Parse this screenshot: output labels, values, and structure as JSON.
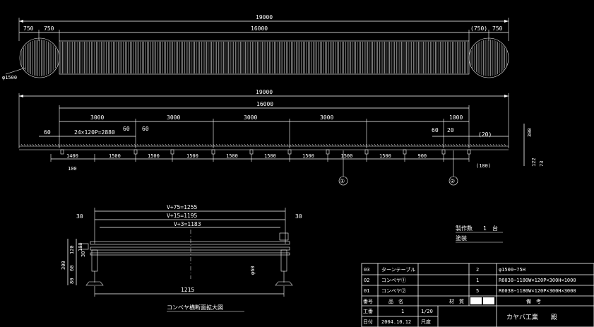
{
  "top_view": {
    "overall": "19000",
    "left_750a": "750",
    "left_750b": "750",
    "middle": "16000",
    "right_750a": "(750)",
    "right_750b": "750",
    "diameter": "φ1500"
  },
  "side_view": {
    "overall": "19000",
    "middle": "16000",
    "seg1": "3000",
    "seg2": "3000",
    "seg3": "3000",
    "seg4": "3000",
    "seg5": "1000",
    "pitch_note": "24×120P=2880",
    "d60_left": "60",
    "d60_mid": "60",
    "d60_mid2": "60",
    "d60_right": "60",
    "d20": "20",
    "d20p": "(20)",
    "height_300": "300",
    "height_122": "122",
    "height_73": "73",
    "pitches": [
      "1400",
      "1500",
      "1500",
      "1500",
      "1500",
      "1500",
      "1500",
      "1500",
      "1500",
      "900"
    ],
    "d100_left": "100",
    "d100_right": "(100)",
    "balloon_1": "①",
    "balloon_2": "②"
  },
  "section": {
    "v75": "V+75=1255",
    "v15": "V+15=1195",
    "v3": "V+3=1183",
    "d30_left": "30",
    "d30_right": "30",
    "h300": "300",
    "h120": "120",
    "h100": "100",
    "h60": "60",
    "h80": "80",
    "h30": "30",
    "base": "1215",
    "dia60": "φ60",
    "caption": "コンベヤ横断面拡大図"
  },
  "notes": {
    "qty_label": "製作数",
    "qty_value": "1",
    "qty_unit": "台",
    "paint": "塗装"
  },
  "table": {
    "rows": [
      {
        "no": "03",
        "name": "ターンテーブル",
        "qty": "2",
        "note": "φ1500−75H"
      },
      {
        "no": "02",
        "name": "コンベヤ①",
        "qty": "1",
        "note": "R6038−1180W×120P×300H×1000"
      },
      {
        "no": "01",
        "name": "コンベヤ②",
        "qty": "5",
        "note": "R6038−1180W×120P×300H×3000"
      }
    ],
    "header": {
      "no": "番号",
      "name": "品　名",
      "material": "材　質",
      "note": "備　考"
    },
    "work_label": "工番",
    "work_value": "1",
    "scale_value": "1/20",
    "date_label": "日付",
    "date_value": "2004.10.12",
    "scale_label": "尺度",
    "customer": "カヤバ工業　　殿"
  }
}
